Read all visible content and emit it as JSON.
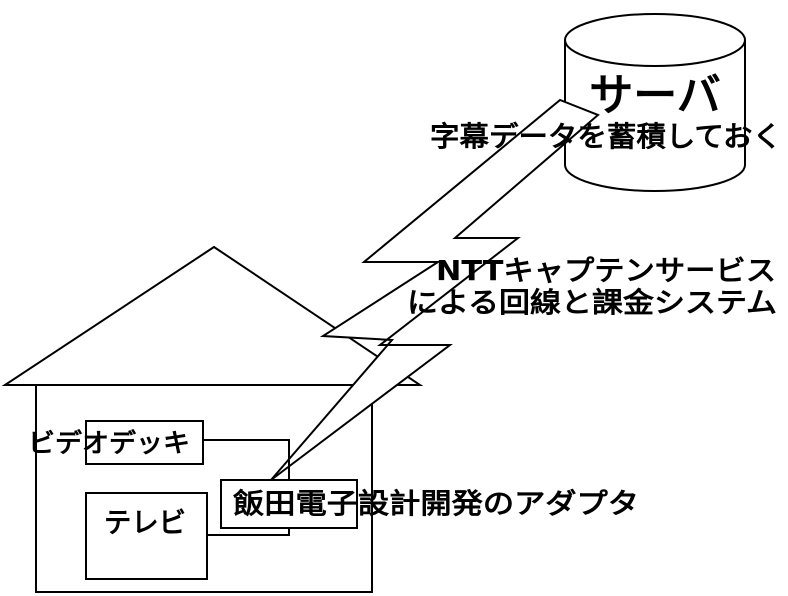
{
  "server": {
    "title": "サーバ",
    "caption": "字幕データを蓄積しておく"
  },
  "network": {
    "line1": "NTTキャプテンサービス",
    "line2": "による回線と課金システム"
  },
  "devices": {
    "video_deck": "ビデオデッキ",
    "tv": "テレビ",
    "adapter": "飯田電子設計開発のアダプタ"
  }
}
